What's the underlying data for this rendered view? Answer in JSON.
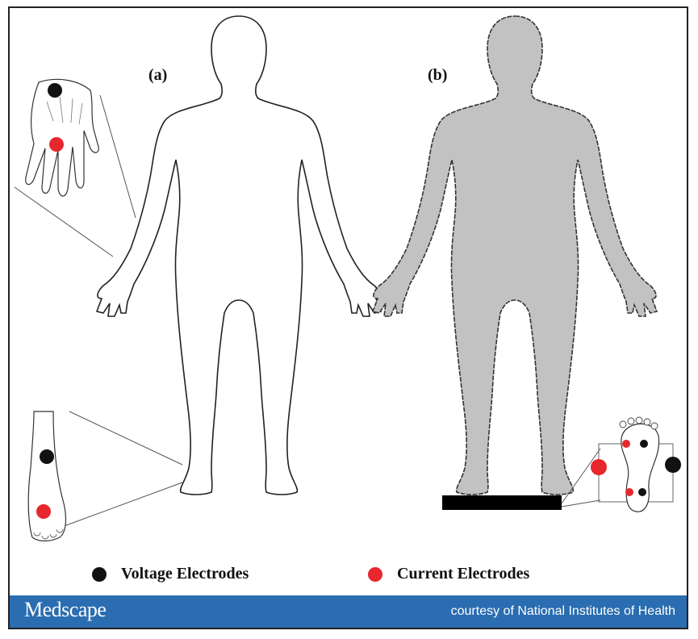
{
  "figure": {
    "panel_a_label": "(a)",
    "panel_b_label": "(b)"
  },
  "legend": {
    "voltage_label": "Voltage Electrodes",
    "current_label": "Current Electrodes",
    "voltage_color": "#111111",
    "current_color": "#e8262d"
  },
  "footer": {
    "logo": "Medscape",
    "credit": "courtesy of National Institutes of Health",
    "background_color": "#2a6db0"
  },
  "colors": {
    "body_fill_b": "#c2c2c2",
    "platform": "#000000"
  }
}
